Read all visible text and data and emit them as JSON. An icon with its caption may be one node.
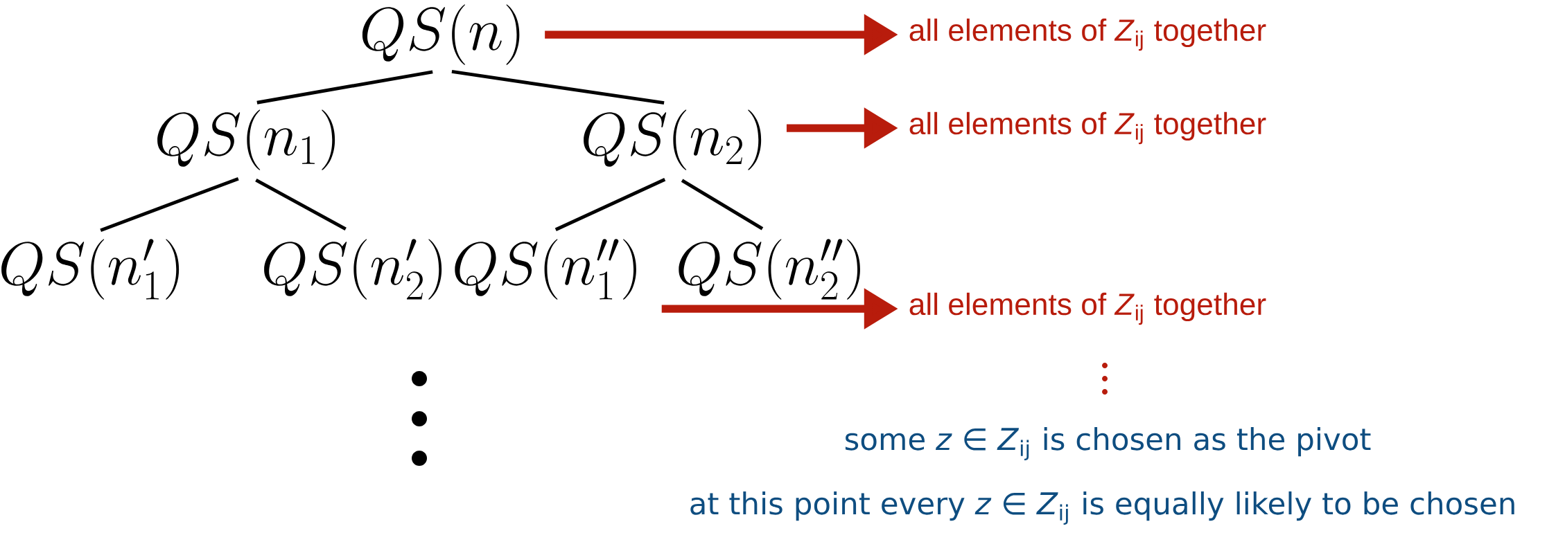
{
  "diagram": {
    "nodes": [
      {
        "text": [
          "QS(n)"
        ]
      },
      {
        "text": [
          "QS(n_1)"
        ]
      },
      {
        "text": [
          "QS(n_2)"
        ]
      },
      {
        "text": [
          "QS(n'_1)"
        ]
      },
      {
        "text": [
          "QS(n'_2)"
        ]
      },
      {
        "text": [
          "QS(n''_1)"
        ]
      },
      {
        "text": [
          "QS(n''_2)"
        ]
      },
      {
        "text": [
          "all elements of *Z*$_{ij}$ together"
        ]
      },
      {
        "text": [
          "all elements of *Z*$_{ij}$ together"
        ]
      },
      {
        "text": [
          "all elements of *Z*$_{ij}$ together"
        ]
      }
    ],
    "edges": [
      {
        "from": 0,
        "to": 1,
        "arrow": "none"
      },
      {
        "from": 0,
        "to": 2,
        "arrow": "none"
      },
      {
        "from": 1,
        "to": 3,
        "arrow": "none"
      },
      {
        "from": 1,
        "to": 4,
        "arrow": "none"
      },
      {
        "from": 2,
        "to": 5,
        "arrow": "none"
      },
      {
        "from": 2,
        "to": 6,
        "arrow": "none"
      },
      {
        "from": 0,
        "to": 7,
        "arrow": "to",
        "style": "thick",
        "color": "#b81c0c"
      },
      {
        "from": 2,
        "to": 8,
        "arrow": "to",
        "style": "thick",
        "color": "#b81c0c"
      },
      {
        "from": 5,
        "to": 9,
        "arrow": "to",
        "style": "thick",
        "color": "#b81c0c"
      }
    ],
    "labels": [
      "some *z* ∈ *Z*$_{ij}$ is chosen as the pivot",
      "at this point every *z* ∈ *Z*$_{ij}$ is equally likely to be chosen"
    ]
  }
}
